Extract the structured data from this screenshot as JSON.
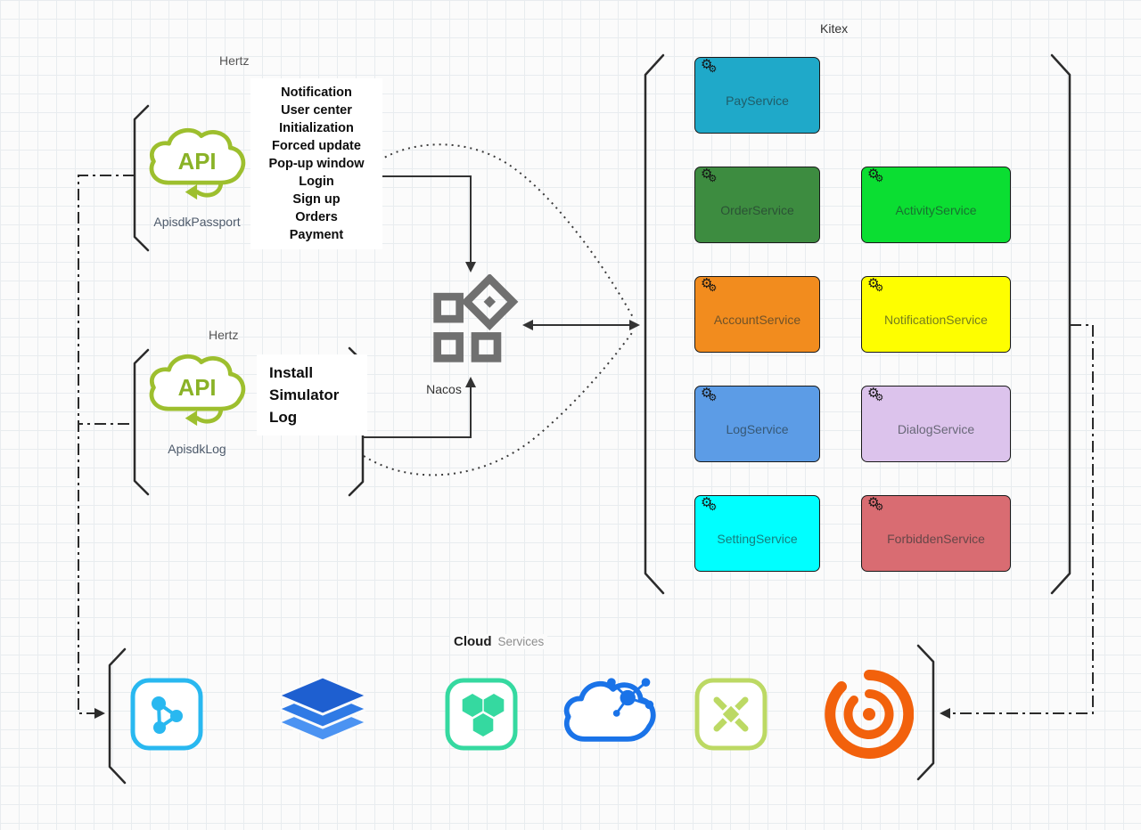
{
  "diagram": {
    "labels": {
      "hertz_top": "Hertz",
      "hertz_bottom": "Hertz",
      "kitex": "Kitex",
      "nacos": "Nacos"
    },
    "api_groups": [
      {
        "name": "ApisdkPassport",
        "icon_text": "API",
        "features": [
          "Notification",
          "User center",
          "Initialization",
          "Forced update",
          "Pop-up window",
          "Login",
          "Sign up",
          "Orders",
          "Payment"
        ]
      },
      {
        "name": "ApisdkLog",
        "icon_text": "API",
        "features": [
          "Install",
          "Simulator",
          "Log"
        ]
      }
    ],
    "services": [
      {
        "name": "PayService",
        "bg": "#1FA9C9",
        "row": 0,
        "col": 0
      },
      {
        "name": "OrderService",
        "bg": "#3D8C40",
        "row": 1,
        "col": 0
      },
      {
        "name": "ActivityService",
        "bg": "#0BDE32",
        "row": 1,
        "col": 1
      },
      {
        "name": "AccountService",
        "bg": "#F28C1E",
        "row": 2,
        "col": 0
      },
      {
        "name": "NotificationService",
        "bg": "#FEFE00",
        "row": 2,
        "col": 1
      },
      {
        "name": "LogService",
        "bg": "#5C9CE6",
        "row": 3,
        "col": 0
      },
      {
        "name": "DialogService",
        "bg": "#DCC3EC",
        "row": 3,
        "col": 1
      },
      {
        "name": "SettingService",
        "bg": "#00FFFF",
        "row": 4,
        "col": 0
      },
      {
        "name": "ForbiddenService",
        "bg": "#D96C72",
        "row": 4,
        "col": 1
      }
    ],
    "cloud": {
      "title_bold": "Cloud",
      "title_light": "Services",
      "icons": [
        {
          "name": "network-share-icon",
          "color": "#29B8F0"
        },
        {
          "name": "layer-stack-icon",
          "color": "#2F7AE5"
        },
        {
          "name": "hexagon-cluster-icon",
          "color": "#35D9A0"
        },
        {
          "name": "cloud-network-icon",
          "color": "#1A73E8"
        },
        {
          "name": "cross-node-icon",
          "color": "#BCD964"
        },
        {
          "name": "vortex-icon",
          "color": "#F2610C"
        }
      ]
    },
    "accent_colors": {
      "api_green": "#9DBF2E",
      "nacos_gray": "#707070",
      "line_dark": "#333333"
    }
  }
}
